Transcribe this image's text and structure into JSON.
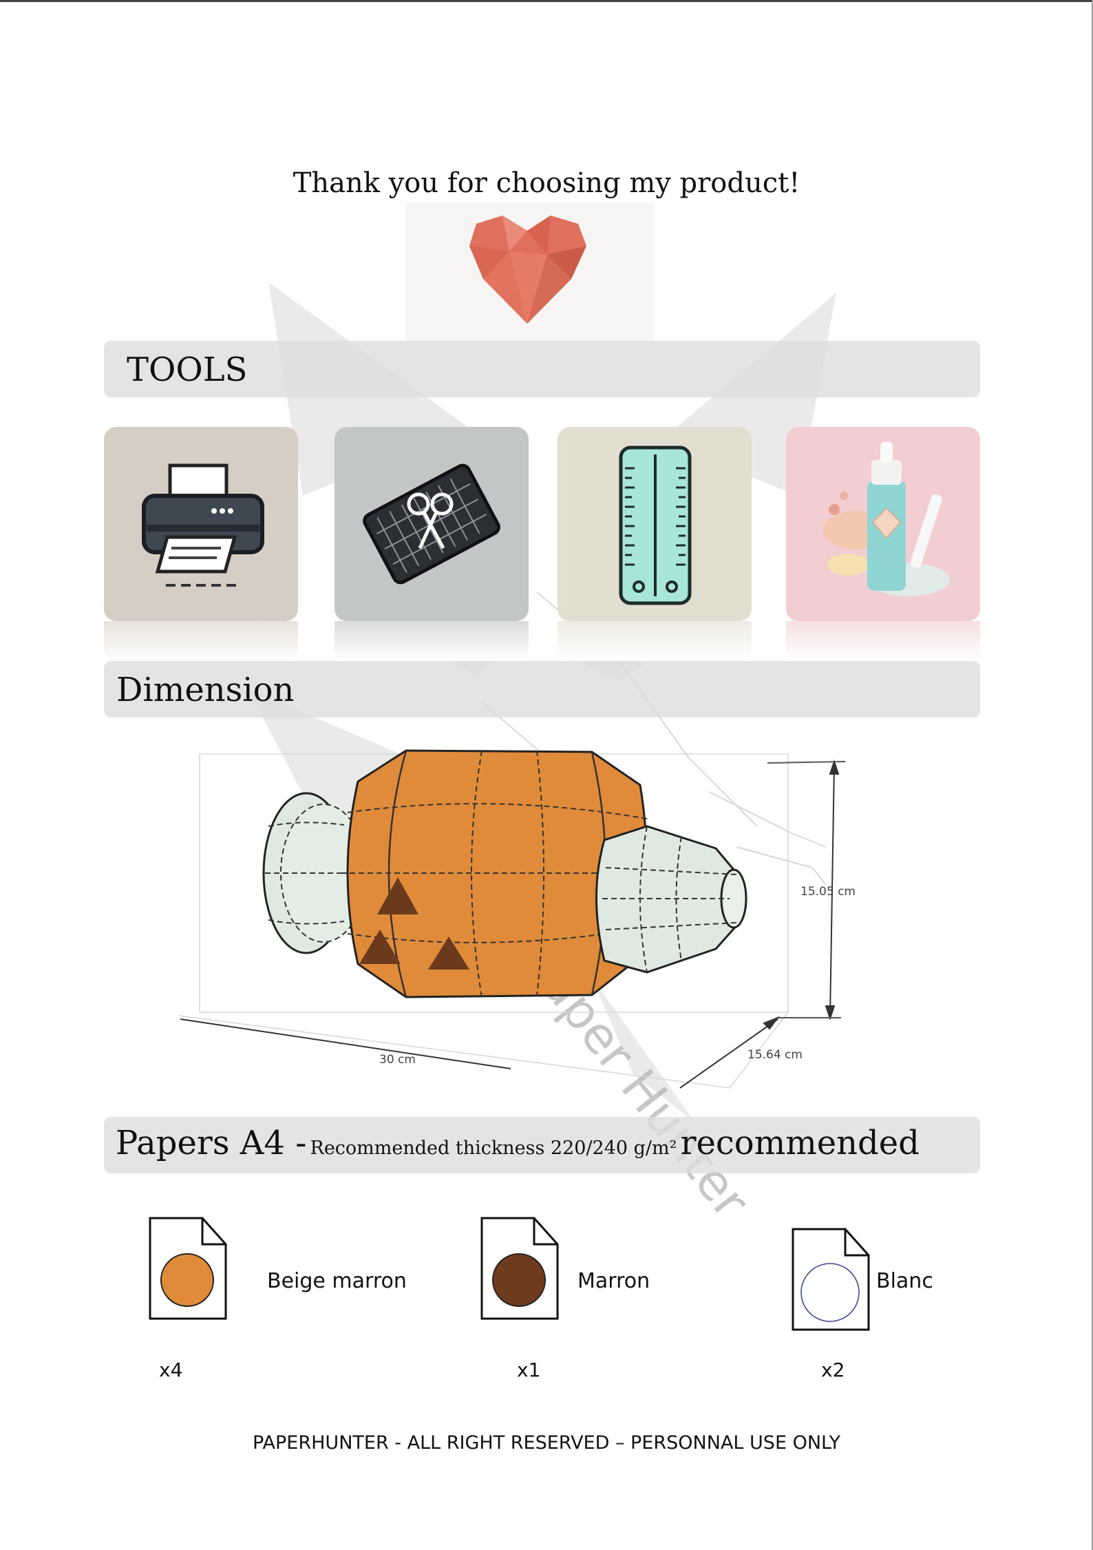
{
  "header": {
    "thanks": "Thank you for choosing my product!"
  },
  "sections": {
    "tools": "TOOLS",
    "dimension": "Dimension",
    "papers_title": "Papers A4 -",
    "papers_note": "Recommended thickness 220/240 g/m²",
    "papers_suffix": "recommended"
  },
  "tools": [
    {
      "icon": "printer-icon",
      "bg": "#d6cec4"
    },
    {
      "icon": "cutting-mat-scissors-icon",
      "bg": "#c2c6c6"
    },
    {
      "icon": "ruler-icon",
      "bg": "#e2ded0"
    },
    {
      "icon": "glue-tube-icon",
      "bg": "#f2cdd1"
    }
  ],
  "dimensions": {
    "width": "30 cm",
    "height": "15.05 cm",
    "depth": "15.64 cm"
  },
  "papers": [
    {
      "label": "Beige marron",
      "count": "x4",
      "color": "#e08b3a"
    },
    {
      "label": "Marron",
      "count": "x1",
      "color": "#6e3b1e"
    },
    {
      "label": "Blanc",
      "count": "x2",
      "color": "#ffffff"
    }
  ],
  "watermark": {
    "text": "Paper Hunter"
  },
  "footer": {
    "text": "PAPERHUNTER - ALL RIGHT RESERVED – PERSONNAL USE ONLY"
  }
}
